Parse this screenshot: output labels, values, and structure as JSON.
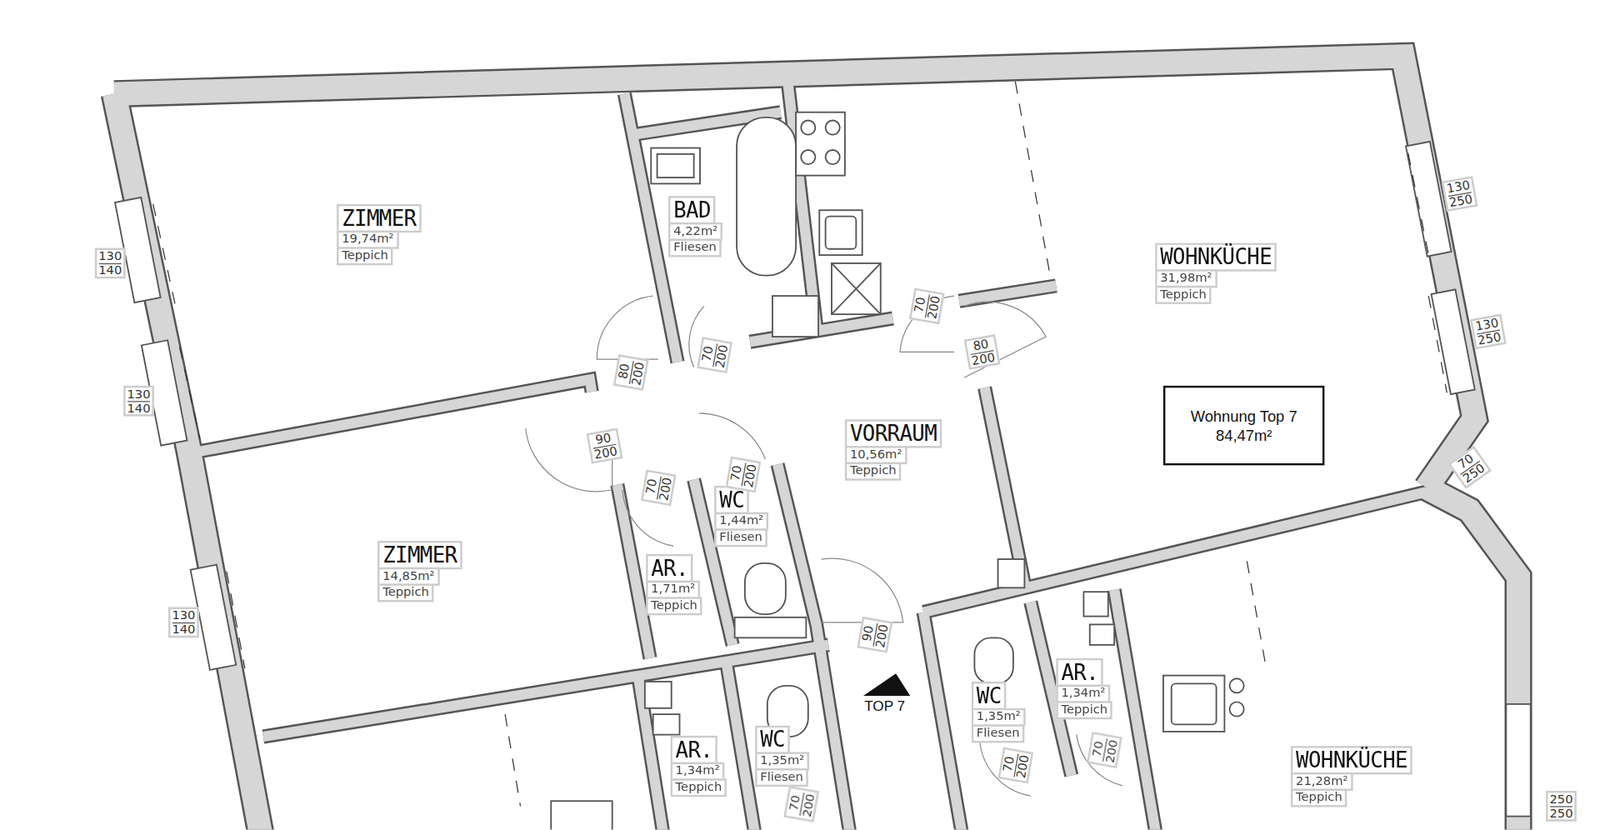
{
  "diagram": {
    "nodes": [
      {
        "text": [
          "ZIMMER",
          "19,74m²",
          "Teppich"
        ]
      },
      {
        "text": [
          "BAD",
          "4,22m²",
          "Fliesen"
        ]
      },
      {
        "text": [
          "WOHNKÜCHE",
          "31,98m²",
          "Teppich"
        ]
      },
      {
        "text": [
          "Wohnung Top 7",
          "84,47m²"
        ]
      },
      {
        "text": [
          "VORRAUM",
          "10,56m²",
          "Teppich"
        ]
      },
      {
        "text": [
          "WC",
          "1,44m²",
          "Fliesen"
        ]
      },
      {
        "text": [
          "ZIMMER",
          "14,85m²",
          "Teppich"
        ]
      },
      {
        "text": [
          "AR.",
          "1,71m²",
          "Teppich"
        ]
      },
      {
        "text": [
          "WC",
          "1,35m²",
          "Fliesen"
        ]
      },
      {
        "text": [
          "AR.",
          "1,34m²",
          "Teppich"
        ]
      },
      {
        "text": [
          "AR.",
          "1,34m²",
          "Teppich"
        ]
      },
      {
        "text": [
          "WC",
          "1,35m²",
          "Fliesen"
        ]
      },
      {
        "text": [
          "WOHNKÜCHE",
          "21,28m²",
          "Teppich"
        ]
      }
    ],
    "labels": [
      "130",
      "140",
      "130",
      "140",
      "130",
      "140",
      "130",
      "250",
      "130",
      "250",
      "70",
      "250",
      "250",
      "250",
      "80",
      "200",
      "70",
      "200",
      "70",
      "200",
      "80",
      "200",
      "90",
      "200",
      "70",
      "200",
      "70",
      "200",
      "90",
      "200",
      "70",
      "200",
      "70",
      "200",
      "70",
      "200",
      "TOP 7"
    ]
  }
}
